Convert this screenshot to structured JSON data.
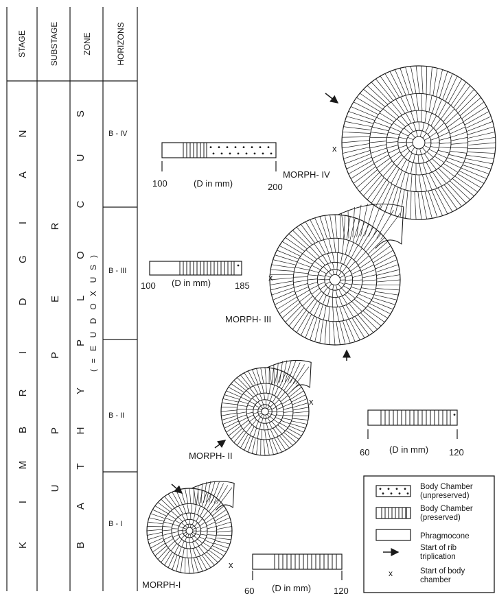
{
  "columns": {
    "stage": "STAGE",
    "substage": "SUBSTAGE",
    "zone": "ZONE",
    "horizons": "HORIZONS"
  },
  "stage_letters": [
    "K",
    "I",
    "M",
    "B",
    "R",
    "I",
    "D",
    "G",
    "I",
    "A",
    "N"
  ],
  "substage_letters": [
    "U",
    "P",
    "P",
    "E",
    "R"
  ],
  "zone_letters": [
    "B",
    "A",
    "T",
    "H",
    "Y",
    "P",
    "L",
    "O",
    "C",
    "U",
    "S"
  ],
  "zone_subtitle_letters": [
    "(",
    "=",
    "E",
    "U",
    "D",
    "O",
    "X",
    "U",
    "S",
    ")"
  ],
  "horizons": [
    "B - IV",
    "B - III",
    "B - II",
    "B - I"
  ],
  "morphs": [
    {
      "label": "MORPH- IV",
      "bar_start": "100",
      "bar_end": "200",
      "unit": "(D in mm)"
    },
    {
      "label": "MORPH- III",
      "bar_start": "100",
      "bar_end": "185",
      "unit": "(D in mm)"
    },
    {
      "label": "MORPH- II",
      "bar_start": "60",
      "bar_end": "120",
      "unit": "(D in mm)"
    },
    {
      "label": "MORPH-I",
      "bar_start": "60",
      "bar_end": "120",
      "unit": "(D in mm)"
    }
  ],
  "body_chamber_marker": "x",
  "legend": {
    "unpreserved_1": "Body Chamber",
    "unpreserved_2": "(unpreserved)",
    "preserved_1": "Body Chamber",
    "preserved_2": "(preserved)",
    "phragmocone": "Phragmocone",
    "rib_1": "Start of rib",
    "rib_2": "triplication",
    "body_1": "Start of body",
    "body_2": "chamber",
    "x_symbol": "x"
  }
}
